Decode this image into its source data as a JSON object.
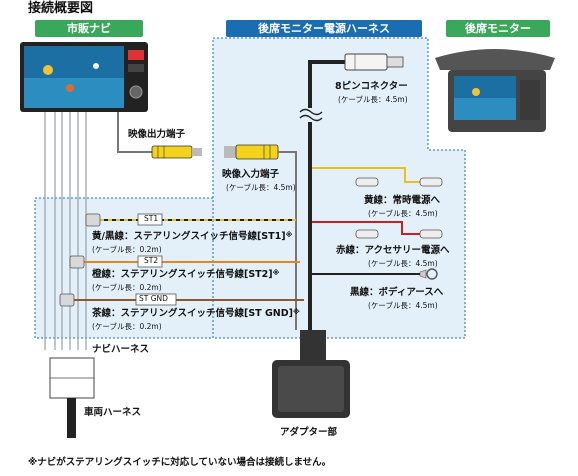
{
  "title": "接続概要図",
  "headers": {
    "nav": "市販ナビ",
    "harness": "後席モニター電源ハーネス",
    "monitor": "後席モニター"
  },
  "labels": {
    "video_out": "映像出力端子",
    "video_in": "映像入力端子",
    "video_in_len": "(ケーブル長：4.5m)",
    "connector8": "8ピンコネクター",
    "connector8_len": "(ケーブル長：4.5m)",
    "yellow": "黄線：常時電源へ",
    "yellow_len": "(ケーブル長：4.5m)",
    "red": "赤線：アクセサリー電源へ",
    "red_len": "(ケーブル長：4.5m)",
    "black": "黒線：ボディアースへ",
    "black_len": "(ケーブル長：4.5m)",
    "st1": "黄/黒線：ステアリングスイッチ信号線[ST1]",
    "st1_len": "(ケーブル長：0.2m)",
    "st2": "橙線：ステアリングスイッチ信号線[ST2]",
    "st2_len": "(ケーブル長：0.2m)",
    "stgnd": "茶線：ステアリングスイッチ信号線[ST GND]",
    "stgnd_len": "(ケーブル長：0.2m)",
    "ref_mark": "※",
    "tag_st1": "ST1",
    "tag_st2": "ST2",
    "tag_stgnd": "ST GND",
    "nav_harness": "ナビハーネス",
    "vehicle_harness": "車両ハーネス",
    "adapter": "アダプター部"
  },
  "footnote": "※ナビがステアリングスイッチに対応していない場合は接続しません。",
  "colors": {
    "green_header": "#3aa85a",
    "blue_header": "#1a6db3",
    "zone_fill": "#e3f0fa",
    "zone_border": "#1a6db3",
    "yellow_wire": "#e8c21a",
    "red_wire": "#cc1f1f",
    "orange_wire": "#e8861a",
    "brown_wire": "#8a5a2a"
  },
  "icons": [
    "car-nav-unit",
    "rear-monitor",
    "rca-plug",
    "bullet-connector",
    "ring-terminal",
    "adapter-box"
  ]
}
